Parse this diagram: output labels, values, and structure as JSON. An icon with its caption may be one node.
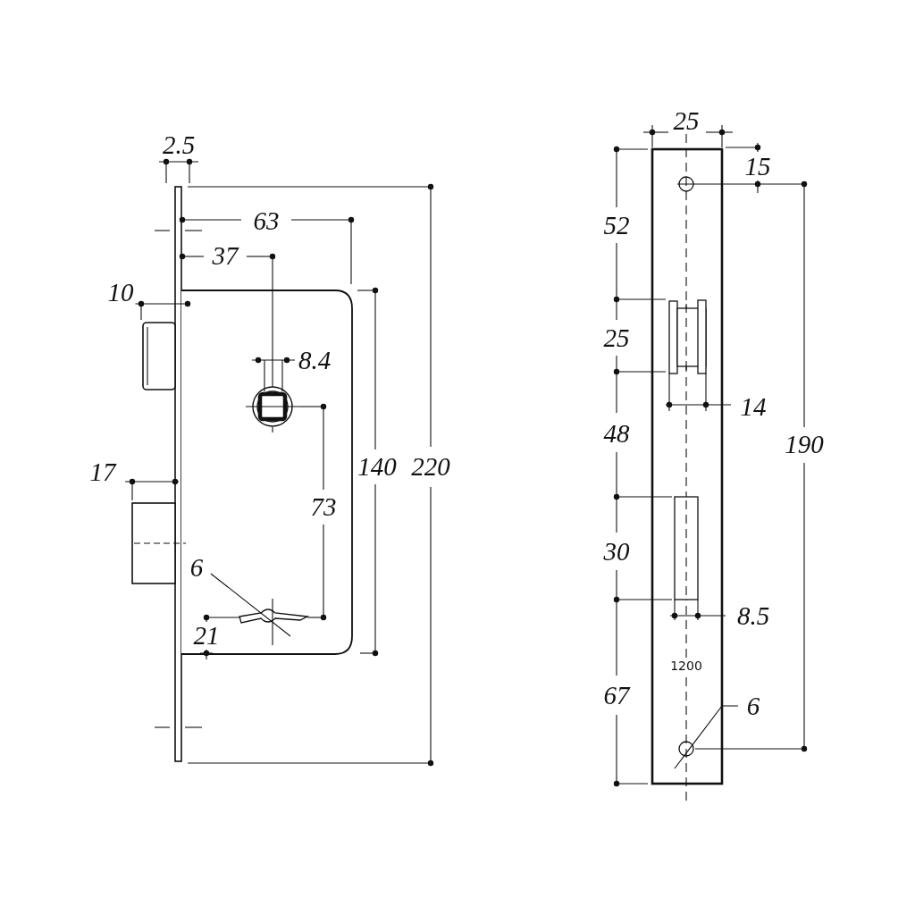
{
  "diagram": {
    "nodes": [
      {
        "text": [
          "6"
        ]
      },
      {
        "text": [
          "6"
        ]
      }
    ],
    "edges": [
      {
        "from": 0,
        "to": null,
        "arrow": "none"
      },
      {
        "from": 1,
        "to": null,
        "arrow": "none"
      }
    ],
    "labels": [
      "25",
      "2.5",
      "15",
      "63",
      "52",
      "37",
      "10",
      "25",
      "8.4",
      "14",
      "48",
      "190",
      "140",
      "220",
      "17",
      "73",
      "30",
      "8.5",
      "21",
      "1200",
      "67"
    ]
  }
}
